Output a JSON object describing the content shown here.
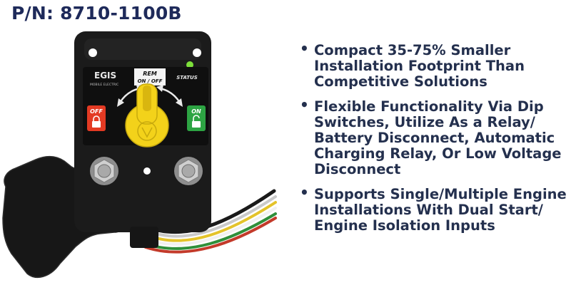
{
  "header": {
    "part_number": "P/N: 8710-1100B"
  },
  "colors": {
    "title_navy": "#1e2a5a",
    "bullet_text": "#24304e",
    "housing": "#1b1b1b",
    "knob_yellow": "#f3d21a",
    "off_red": "#e33a23",
    "on_green": "#2da443",
    "status_led": "#7ddf3a"
  },
  "device": {
    "brand": "EGIS",
    "brand_sub": "MOBILE ELECTRIC",
    "rem_label": "REM",
    "onoff_label": "ON / OFF",
    "status_label": "STATUS",
    "off_label": "OFF",
    "on_label": "ON"
  },
  "features": [
    {
      "lines": [
        "Compact 35-75% Smaller",
        "Installation Footprint Than",
        "Competitive Solutions"
      ]
    },
    {
      "lines": [
        "Flexible Functionality Via Dip",
        "Switches, Utilize As a Relay/",
        "Battery Disconnect, Automatic",
        "Charging Relay, Or Low Voltage",
        "Disconnect"
      ]
    },
    {
      "lines": [
        "Supports Single/Multiple Engine",
        "Installations With Dual Start/",
        "Engine Isolation Inputs"
      ]
    }
  ]
}
